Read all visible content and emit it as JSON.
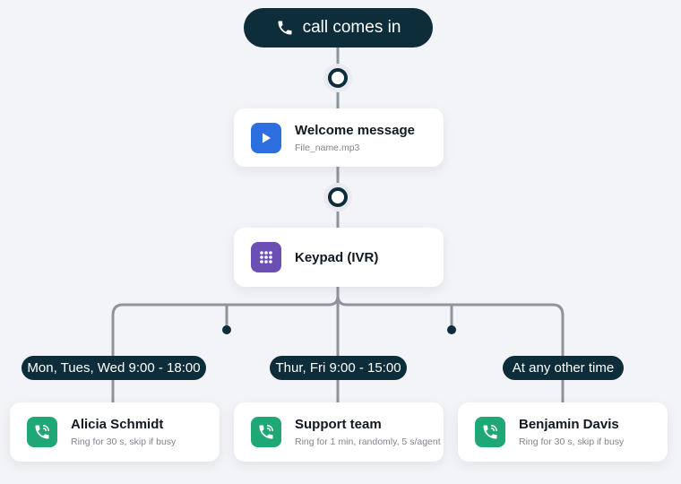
{
  "start": {
    "label": "call comes in",
    "icon": "phone-icon"
  },
  "welcome": {
    "title": "Welcome message",
    "file": "File_name.mp3",
    "icon": "play-icon",
    "color": "#2e6fe0"
  },
  "keypad": {
    "title": "Keypad (IVR)",
    "icon": "keypad-icon",
    "color": "#6b4fb5"
  },
  "conditions": [
    {
      "label": "Mon, Tues, Wed 9:00 - 18:00"
    },
    {
      "label": "Thur, Fri 9:00 - 15:00"
    },
    {
      "label": "At any other time"
    }
  ],
  "targets": [
    {
      "name": "Alicia Schmidt",
      "rule": "Ring for 30 s, skip if busy",
      "icon": "phone-call-icon"
    },
    {
      "name": "Support team",
      "rule": "Ring for 1 min, randomly, 5 s/agent",
      "icon": "phone-call-icon"
    },
    {
      "name": "Benjamin Davis",
      "rule": "Ring for 30 s, skip if busy",
      "icon": "phone-call-icon"
    }
  ],
  "colors": {
    "pill": "#0e2d3b",
    "connector": "#8f949c",
    "node": "#0e2d3b",
    "target_icon": "#1fa776"
  }
}
